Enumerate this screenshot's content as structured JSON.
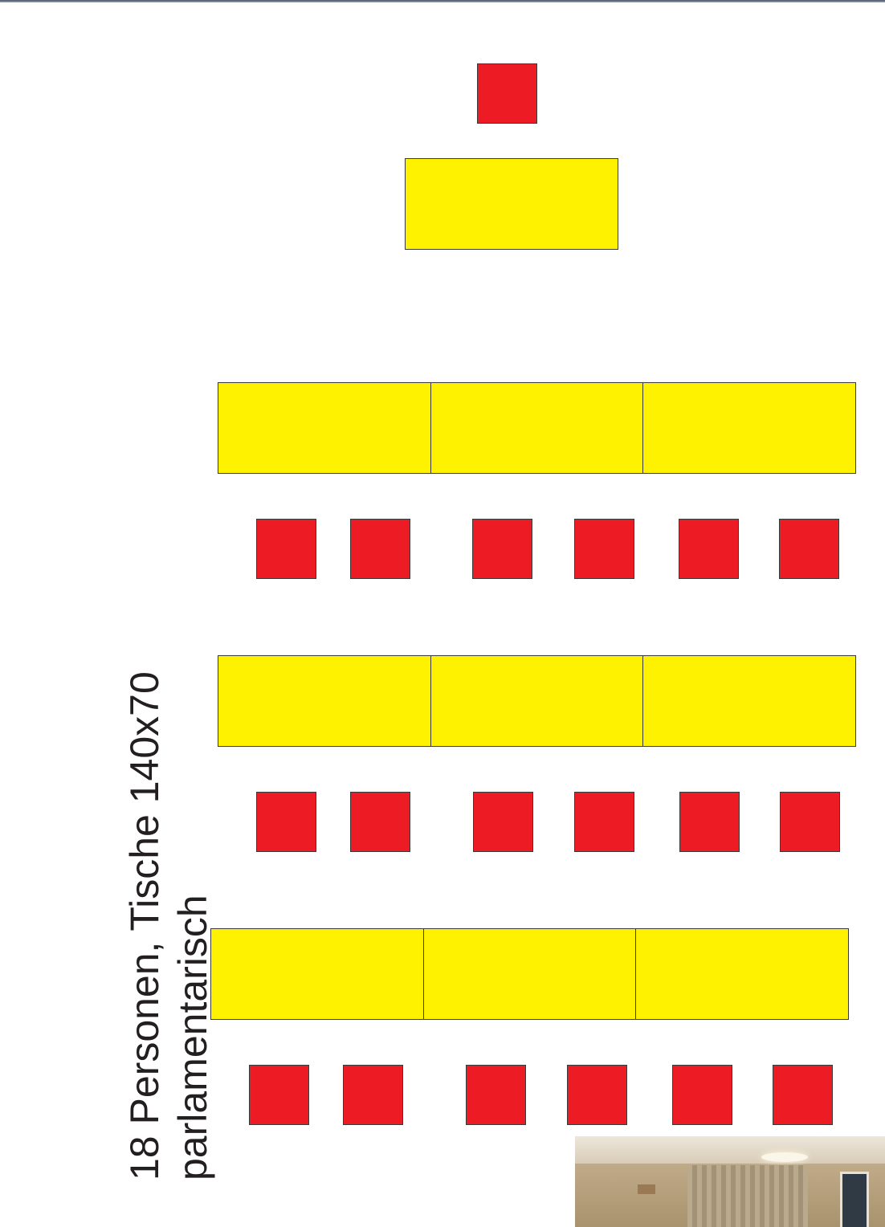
{
  "title": {
    "line1": "18 Personen, Tische 140x70",
    "line2": "parlamentarisch"
  },
  "layout": {
    "head_table_count": 1,
    "head_chair_count": 1,
    "rows": 3,
    "tables_per_row": 3,
    "chairs_per_row": 6,
    "total_persons": 18
  },
  "photo": {
    "description_icon": "room-photo"
  },
  "colors": {
    "table": "#fff200",
    "chair": "#ed1c24",
    "outline": "#3a3a3a"
  }
}
